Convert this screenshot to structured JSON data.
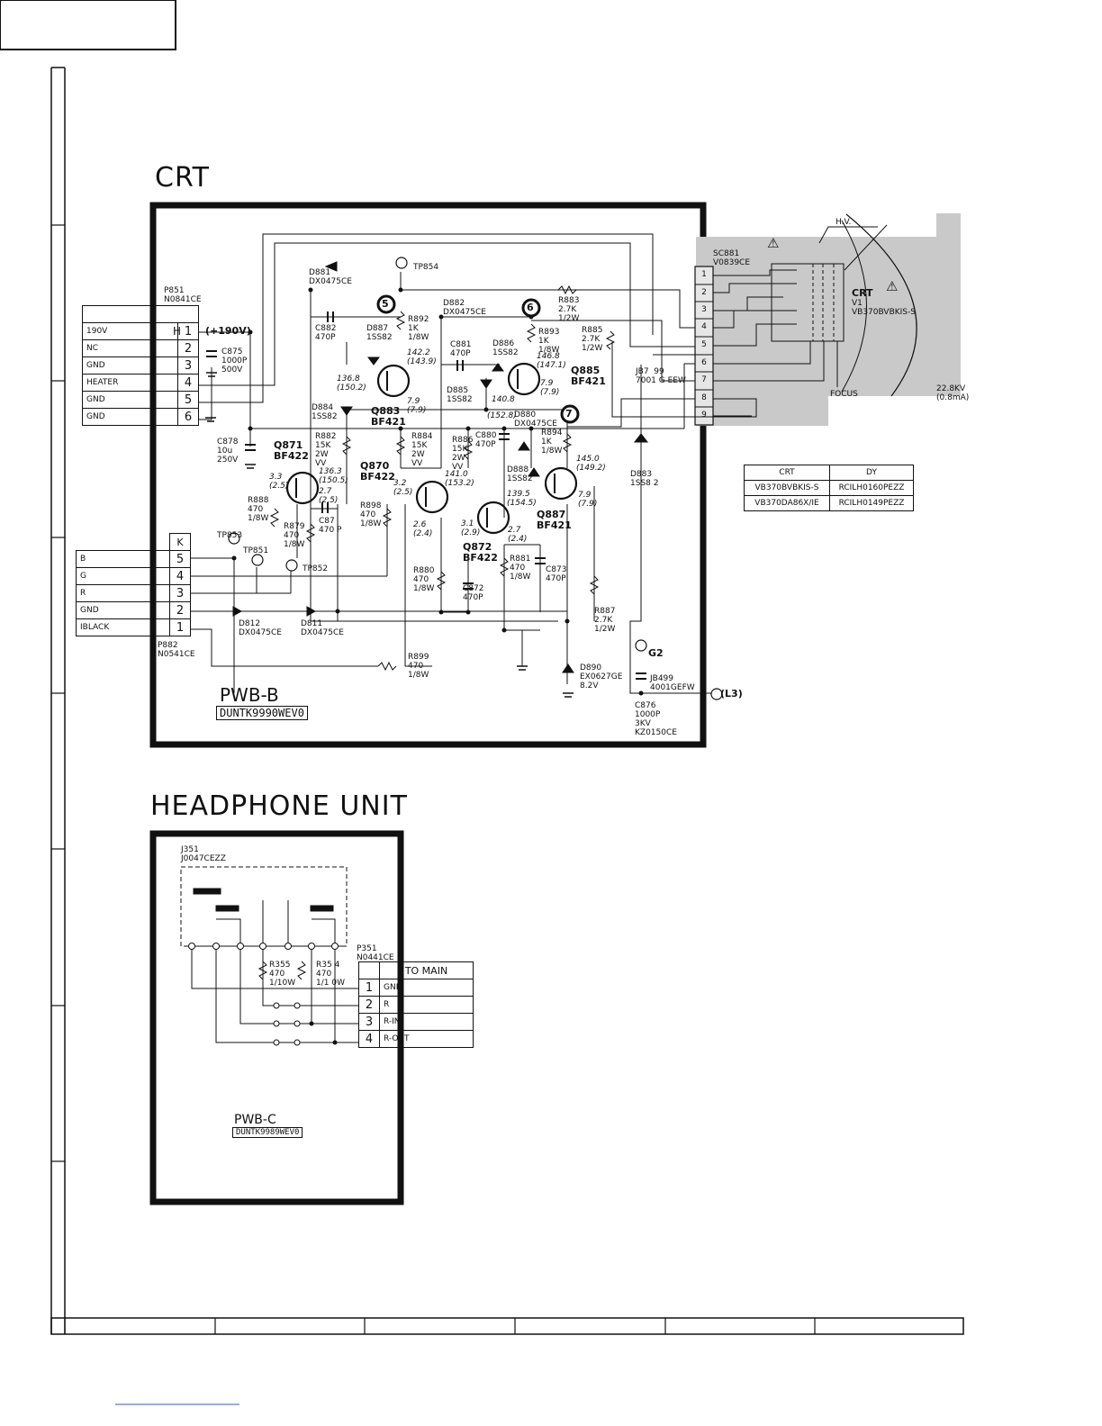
{
  "sections": {
    "crt_title": "CRT",
    "headphone_title": "HEADPHONE UNIT"
  },
  "pwb_b": {
    "name": "PWB-B",
    "part": "DUNTK9990WEV0"
  },
  "pwb_c": {
    "name": "PWB-C",
    "part": "DUNTK9989WEV0"
  },
  "p851": {
    "ref": "P851\nN0841CE",
    "supply": "(+190V)",
    "rows": [
      {
        "name": "190V",
        "num": "1",
        "tag": "H"
      },
      {
        "name": "NC",
        "num": "2",
        "tag": ""
      },
      {
        "name": "GND",
        "num": "3",
        "tag": ""
      },
      {
        "name": "HEATER",
        "num": "4",
        "tag": ""
      },
      {
        "name": "GND",
        "num": "5",
        "tag": ""
      },
      {
        "name": "GND",
        "num": "6",
        "tag": ""
      }
    ]
  },
  "p882": {
    "ref": "P882\nN0541CE",
    "header": "K",
    "rows": [
      {
        "name": "B",
        "num": "5"
      },
      {
        "name": "G",
        "num": "4"
      },
      {
        "name": "R",
        "num": "3"
      },
      {
        "name": "GND",
        "num": "2"
      },
      {
        "name": "IBLACK",
        "num": "1"
      }
    ]
  },
  "p351": {
    "ref": "P351\nN0441CE",
    "header": "TO MAIN",
    "rows": [
      {
        "name": "GND",
        "num": "1"
      },
      {
        "name": "R",
        "num": "2"
      },
      {
        "name": "R-IN",
        "num": "3"
      },
      {
        "name": "R-OUT",
        "num": "4"
      }
    ]
  },
  "socket": {
    "ref": "SC881\nV0839CE",
    "pins": [
      "1",
      "2",
      "3",
      "4",
      "5",
      "6",
      "7",
      "8",
      "9"
    ],
    "focus": "FOCUS",
    "hv": "H.V.",
    "hv_value": "22.8KV\n(0.8mA)",
    "crt_label": "CRT",
    "crt_ref": "V1\nVB370BVBKIS-S",
    "jb": "JB7  99\n7001 G EEW"
  },
  "dy_table": {
    "headers": [
      "CRT",
      "DY"
    ],
    "rows": [
      [
        "VB370BVBKIS-S",
        "RCILH0160PEZZ"
      ],
      [
        "VB370DA86X/IE",
        "RCILH0149PEZZ"
      ]
    ]
  },
  "labels": {
    "tp854": "TP854",
    "d881": "D881\nDX0475CE",
    "c882": "C882\n470P",
    "d887": "D887\n1SS82",
    "r892": "R892\n1K\n1/8W",
    "v1422": "142.2\n(143.9)",
    "v1368": "136.8\n(150.2)",
    "d884": "D884\n1SS82",
    "q883": "Q883\nBF421",
    "v79a": "7.9\n(7.9)",
    "d882": "D882\nDX0475CE",
    "c881": "C881\n470P",
    "d886": "D886\n1SS82",
    "r893": "R893\n1K\n1/8W",
    "v1468": "146.8\n(147.1)",
    "d885": "D885\n1SS82",
    "v1408": "140.8",
    "v79b": "7.9\n(7.9)",
    "q885": "Q885\nBF421",
    "r883": "R883\n2.7K\n1/2W",
    "r885": "R885\n2.7K\n1/2W",
    "c878": "C878\n10u\n250V",
    "c875": "C875\n1000P\n500V",
    "r882": "R882\n15K\n2W\nVV",
    "v1363": "136.3\n(150.5)",
    "q871": "Q871\nBF422",
    "r884": "R884\n15K\n2W\nVV",
    "q870": "Q870\nBF422",
    "r886": "R886\n15K\n2W\nVV",
    "v1410": "141.0\n(153.2)",
    "c880": "C880\n470P",
    "v1528": "(152.8)",
    "d880": "D880\nDX0475CE",
    "r894": "R894\n1K\n1/8W",
    "v1450": "145.0\n(149.2)",
    "d888": "D888\n1SS82",
    "q887": "Q887\nBF421",
    "v79c": "7.9\n(7.9)",
    "d883": "D883\n1SS8 2",
    "v33": "3.3\n(2.5)",
    "v27a": "2.7\n(2.5)",
    "r888": "R888\n470\n1/8W",
    "r879": "R879\n470\n1/8W",
    "c87": "C87\n470 P",
    "v32": "3.2\n(2.5)",
    "r898": "R898\n470\n1/8W",
    "v26": "2.6\n(2.4)",
    "v1395": "139.5\n(154.5)",
    "v31": "3.1\n(2.9)",
    "v27b": "2.7\n(2.4)",
    "q872": "Q872\nBF422",
    "r881": "R881\n470\n1/8W",
    "c873": "C873\n470P",
    "r880": "R880\n470\n1/8W",
    "c872": "C872\n470P",
    "r887": "R887\n2.7K\n1/2W",
    "tp853": "TP853",
    "tp851": "TP851",
    "tp852": "TP852",
    "d812": "D812\nDX0475CE",
    "d811": "D811\nDX0475CE",
    "r899": "R899\n470\n1/8W",
    "d890": "D890\nEX0627GE\n8.2V",
    "g2": "G2",
    "jb499": "JB499\n4001GEFW",
    "l3": "(L3)",
    "c876": "C876\n1000P\n3KV\nKZ0150CE",
    "node5": "5",
    "node6": "6",
    "node7": "7",
    "j351": "J351\nJ0047CEZZ",
    "r355": "R355\n470\n1/10W",
    "r354": "R35 4\n470\n1/1 0W"
  }
}
